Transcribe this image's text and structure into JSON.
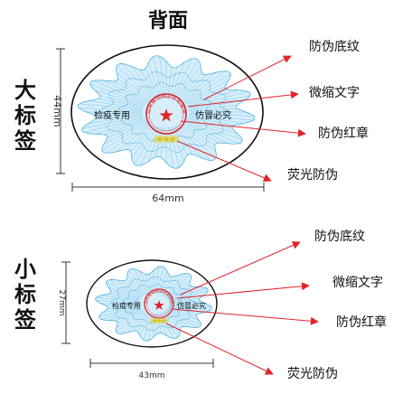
{
  "title": "背面",
  "large": {
    "side_label": "大标签",
    "height_label": "44mm",
    "width_label": "64mm",
    "left_text": "检疫专用",
    "right_text": "仿冒必究",
    "seal_text": "山东省动物卫生监督所",
    "callouts": [
      "防伪底纹",
      "微缩文字",
      "防伪红章",
      "荧光防伪"
    ]
  },
  "small": {
    "side_label": "小标签",
    "height_label": "27mm",
    "width_label": "43mm",
    "left_text": "检疫专用",
    "right_text": "仿冒必究",
    "seal_text": "山东省动物卫生监督所",
    "callouts": [
      "防伪底纹",
      "微缩文字",
      "防伪红章",
      "荧光防伪"
    ]
  },
  "colors": {
    "pattern": "#39a9de",
    "pattern_fill": "#d6eefa",
    "seal": "#e0252b",
    "arrow": "#e0252b",
    "text": "#111111",
    "fluorescent": "#e7d63a"
  }
}
